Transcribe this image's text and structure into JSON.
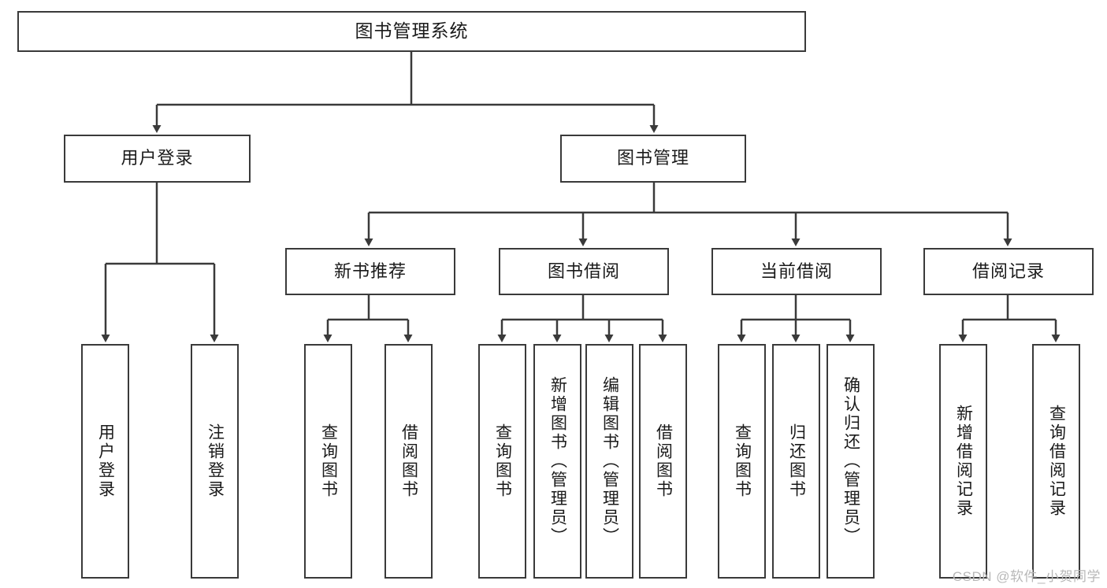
{
  "diagram": {
    "title": "图书管理系统",
    "watermark": "CSDN @软件_小贺同学",
    "colors": {
      "stroke": "#3a3a3a",
      "box_fill": "#ffffff",
      "text": "#1a1a1a",
      "background": "#ffffff",
      "watermark": "#b8b8b8"
    },
    "root": {
      "label": "图书管理系统"
    },
    "level2": [
      {
        "label": "用户登录"
      },
      {
        "label": "图书管理"
      }
    ],
    "level3": [
      {
        "label": "新书推荐"
      },
      {
        "label": "图书借阅"
      },
      {
        "label": "当前借阅"
      },
      {
        "label": "借阅记录"
      }
    ],
    "leaves": {
      "user_login": [
        {
          "label": "用户登录"
        },
        {
          "label": "注销登录"
        }
      ],
      "new_book_recommend": [
        {
          "label": "查询图书"
        },
        {
          "label": "借阅图书"
        }
      ],
      "book_borrow": [
        {
          "label": "查询图书"
        },
        {
          "label": "新增图书（管理员）"
        },
        {
          "label": "编辑图书（管理员）"
        },
        {
          "label": "借阅图书"
        }
      ],
      "current_borrow": [
        {
          "label": "查询图书"
        },
        {
          "label": "归还图书"
        },
        {
          "label": "确认归还（管理员）"
        }
      ],
      "borrow_record": [
        {
          "label": "新增借阅记录"
        },
        {
          "label": "查询借阅记录"
        }
      ]
    }
  }
}
